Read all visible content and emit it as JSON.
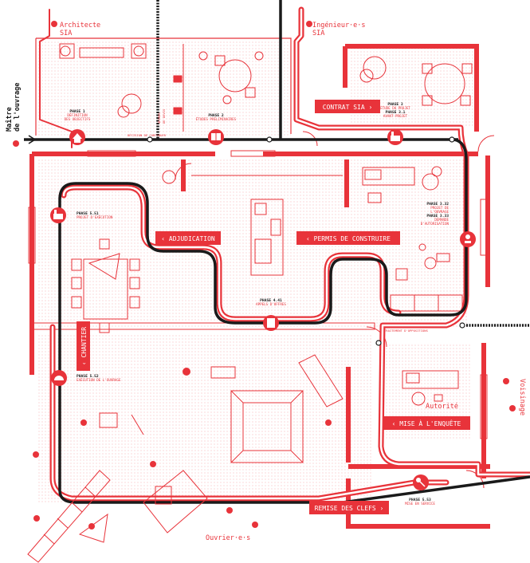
{
  "actors": {
    "architect": [
      "Architecte",
      "SIA"
    ],
    "engineers": [
      "Ingénieur·e·s",
      "SIA"
    ],
    "owner": [
      "Maître",
      "de l'ouvrage"
    ],
    "neighbours": "Voisinage",
    "workers": "Ouvrier·e·s",
    "authority": "Autorité"
  },
  "phases": {
    "p1": {
      "title": "PHASE 1",
      "lines": [
        "DÉFINITION",
        "DES OBJECTIFS"
      ]
    },
    "p2": {
      "title": "PHASE 2",
      "lines": [
        "ÉTUDES PRÉLIMINAIRES"
      ]
    },
    "p3": {
      "title": "PHASE 3",
      "lines": [
        "ÉTUDE DU PROJET",
        "PHASE 3.1",
        "AVANT-PROJET"
      ]
    },
    "p32": {
      "title": "PHASE 3.32",
      "lines": [
        "PROJET DE",
        "L'OUVRAGE",
        "PHASE 3.33",
        "DEMANDE",
        "D'AUTORISATION"
      ]
    },
    "p41": {
      "title": "PHASE 4.41",
      "lines": [
        "APPELS D'OFFRES"
      ]
    },
    "p51": {
      "title": "PHASE 5.51",
      "lines": [
        "PROJET D'EXÉCUTION"
      ]
    },
    "p52": {
      "title": "PHASE 5.52",
      "lines": [
        "EXÉCUTION DE L'OUVRAGE"
      ]
    },
    "p53": {
      "title": "PHASE 5.53",
      "lines": [
        "MISE EN SERVICE"
      ]
    }
  },
  "buttons": {
    "contrat": "CONTRAT SIA ›",
    "adjudication": "‹ ADJUDICATION",
    "permis": "‹ PERMIS DE CONSTRUIRE",
    "chantier": "‹ CHANTIER",
    "enquete": "‹ MISE À L'ENQUÊTE",
    "clefs": "REMISE DES CLEFS ›"
  },
  "path_notes": {
    "decision": "DÉCISION DE CONTINUER",
    "traitement": "TRAITEMENT D'OPPOSITIONS",
    "offres": "OFFRES",
    "devis": "DE DEVIS"
  },
  "colors": {
    "accent": "#e8333a",
    "pink": "#f6c9cb",
    "ink": "#1a1a1a",
    "paper": "#ffffff"
  },
  "icons": [
    "house-icon",
    "book-icon",
    "factory-icon",
    "calculator-icon",
    "stamp-icon",
    "hardhat-icon",
    "key-icon"
  ]
}
